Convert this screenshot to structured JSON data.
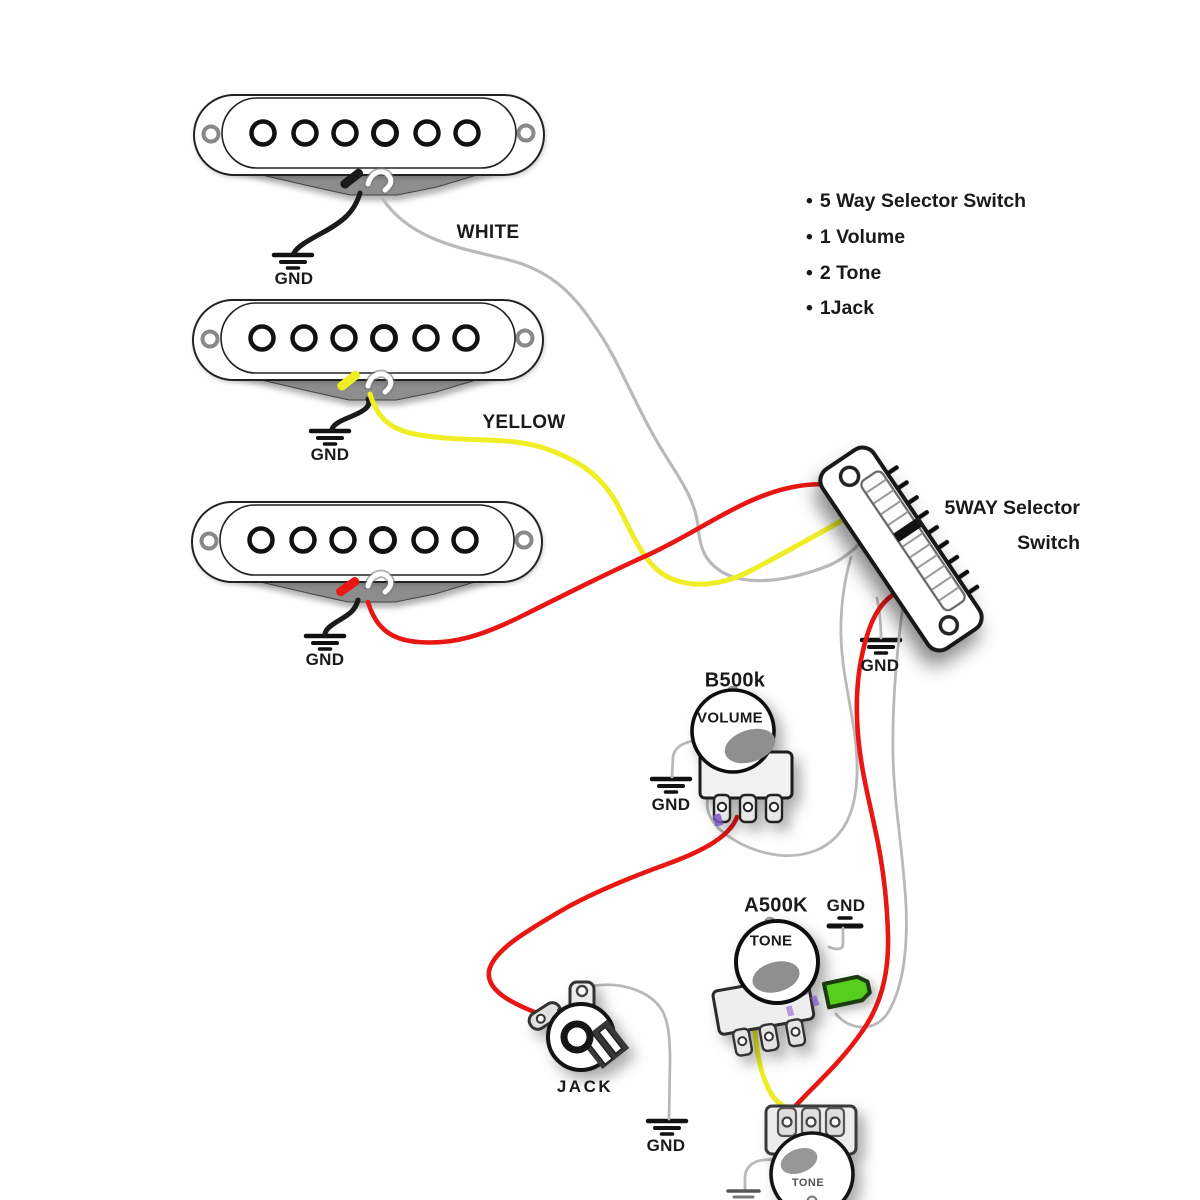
{
  "diagram": {
    "parts_list": {
      "items": [
        "5 Way Selector Switch",
        "1 Volume",
        "2 Tone",
        "1Jack"
      ]
    },
    "labels": {
      "neck_wire": "WHITE",
      "middle_wire": "YELLOW",
      "gnd": "GND",
      "volume_pot_value": "B500k",
      "volume_pot": "VOLUME",
      "tone_pot_value": "A500K",
      "tone_pot": "TONE",
      "tone_pot2": "TONE",
      "jack": "JACK",
      "switch_line1": "5WAY Selector",
      "switch_line2": "Switch"
    },
    "colors": {
      "wire_red": "#e81713",
      "wire_yellow": "#efee25",
      "wire_white": "#b9b9b9",
      "wire_black": "#1a1a1a",
      "capacitor_green": "#55ce1e",
      "baseplate_gray": "#8d8d8d"
    }
  }
}
